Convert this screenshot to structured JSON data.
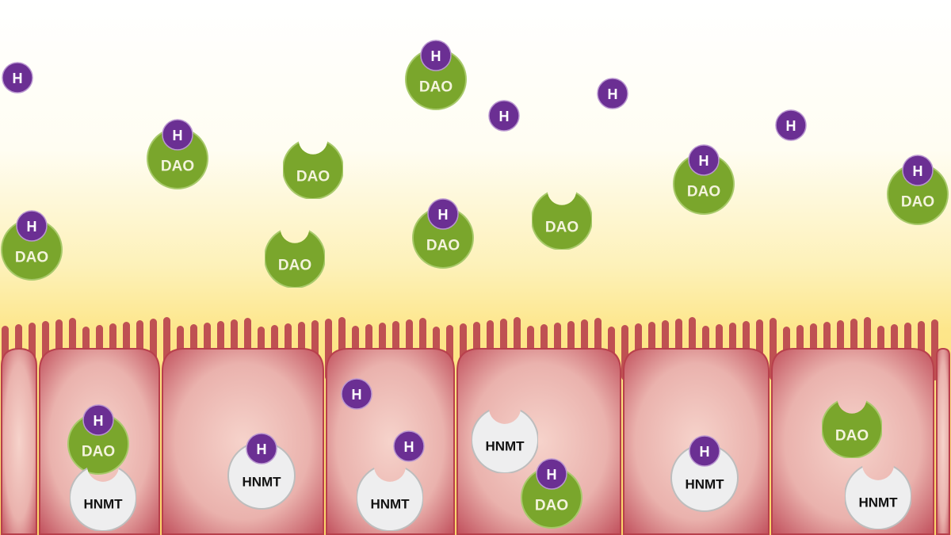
{
  "labels": {
    "histamine": "H",
    "dao": "DAO",
    "hnmt": "HNMT"
  },
  "colors": {
    "histamine": "#6b2f93",
    "dao": "#7aa62c",
    "hnmt": "#eeeeef",
    "lumen_top": "#ffffff",
    "lumen_bottom": "#fde68a",
    "cell_center": "#f5cfc8",
    "cell_edge": "#c2525e",
    "microvilli": "#b8404c"
  }
}
